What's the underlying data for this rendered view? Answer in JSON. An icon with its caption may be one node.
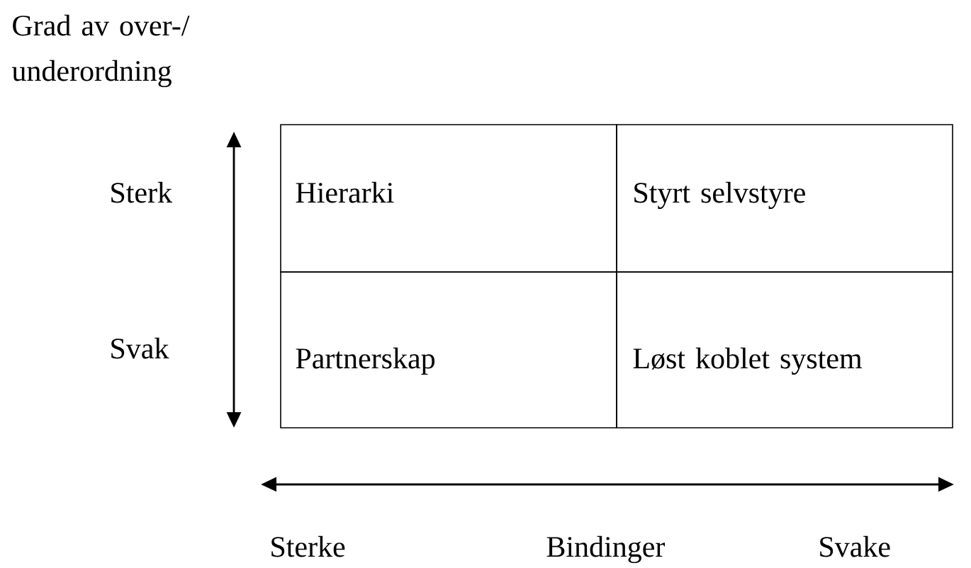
{
  "diagram": {
    "nodes": [
      {
        "text": [
          "Hierarki"
        ]
      },
      {
        "text": [
          "Styrt selvstyre"
        ]
      },
      {
        "text": [
          "Partnerskap"
        ]
      },
      {
        "text": [
          "Løst koblet system"
        ]
      }
    ],
    "labels": [
      "Grad av over-/ underordning",
      "Sterk",
      "Svak",
      "Sterke",
      "Bindinger",
      "Svake"
    ]
  }
}
